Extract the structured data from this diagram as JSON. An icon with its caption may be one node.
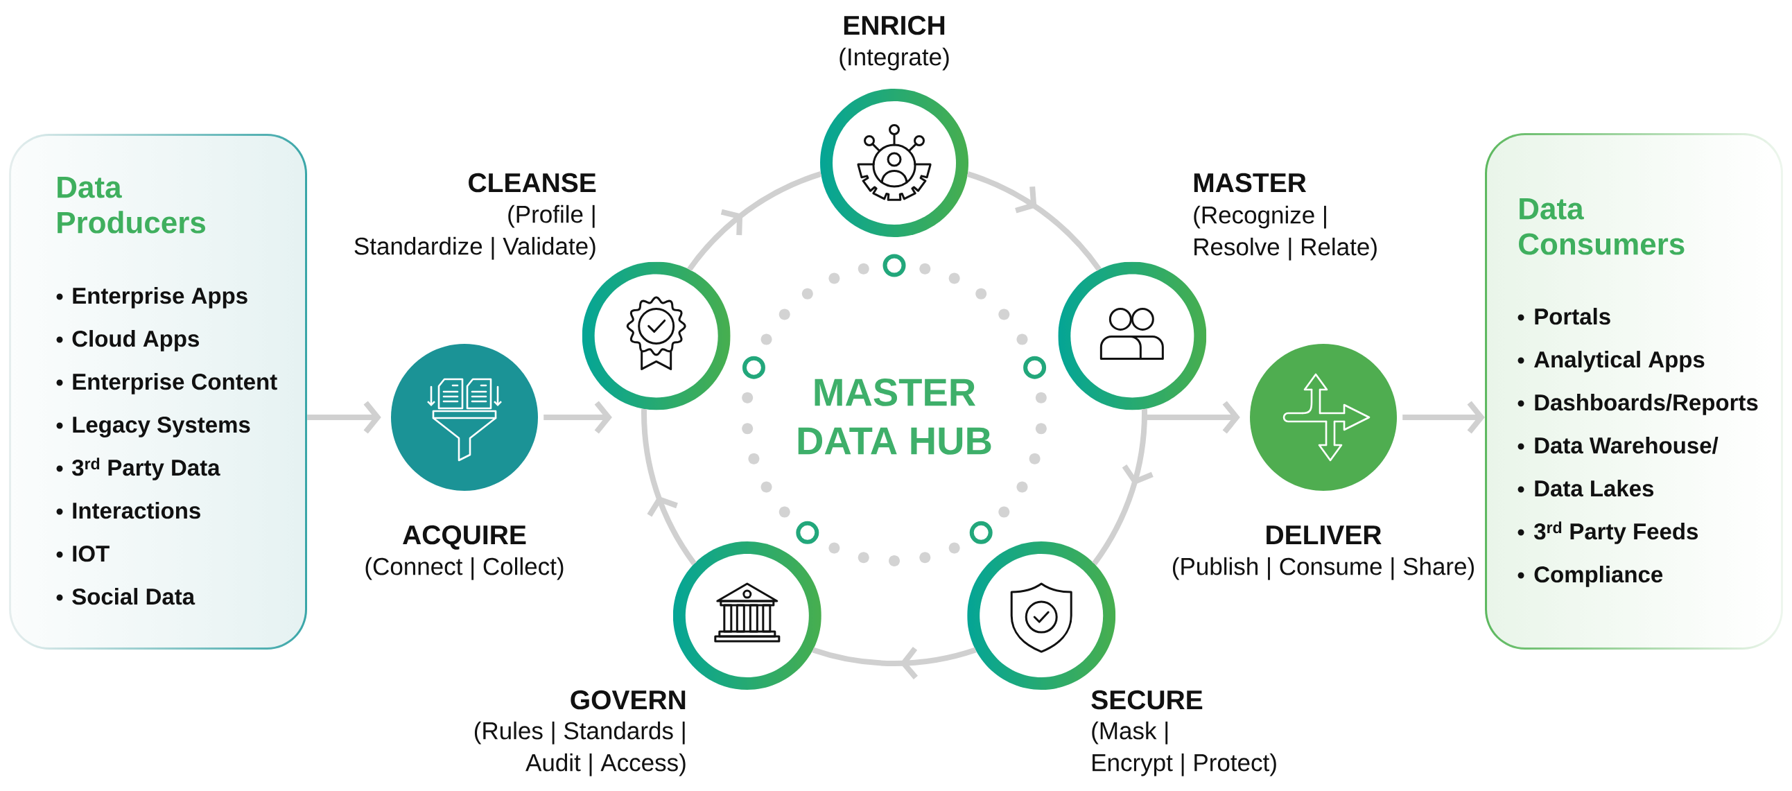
{
  "diagram": {
    "nodes": [
      {
        "text": [
          "Data Producers",
          "Enterprise Apps",
          "Cloud Apps",
          "Enterprise Content",
          "Legacy Systems",
          "3$^{rd}$ Party Data",
          "Interactions",
          "IOT",
          "Social Data"
        ]
      },
      {
        "text": [
          "ACQUIRE",
          "(Connect | Collect)"
        ]
      },
      {
        "text": [
          "CLEANSE",
          "(Profile | Standardize | Validate)"
        ]
      },
      {
        "text": [
          "ENRICH",
          "(Integrate)"
        ]
      },
      {
        "text": [
          "MASTER",
          "(Recognize | Resolve | Relate)"
        ]
      },
      {
        "text": [
          "MASTER DATA HUB"
        ]
      },
      {
        "text": [
          "GOVERN",
          "(Rules | Standards | Audit | Access)"
        ]
      },
      {
        "text": [
          "SECURE",
          "(Mask | Encrypt | Protect)"
        ]
      },
      {
        "text": [
          "DELIVER",
          "(Publish | Consume | Share)"
        ]
      },
      {
        "text": [
          "Data Consumers",
          "Portals",
          "Analytical Apps",
          "Dashboards/Reports",
          "Data Warehouse/",
          "Data Lakes",
          "3$^{rd}$ Party Feeds",
          "Compliance"
        ]
      }
    ],
    "edges": [
      {
        "from": 0,
        "to": 1,
        "arrow": "to"
      },
      {
        "from": 1,
        "to": 2,
        "arrow": "to"
      },
      {
        "from": 2,
        "to": 3,
        "arrow": "to"
      },
      {
        "from": 3,
        "to": 4,
        "arrow": "to"
      },
      {
        "from": 4,
        "to": 7,
        "arrow": "to"
      },
      {
        "from": 7,
        "to": 6,
        "arrow": "to"
      },
      {
        "from": 6,
        "to": 2,
        "arrow": "to"
      },
      {
        "from": 4,
        "to": 8,
        "arrow": "to"
      },
      {
        "from": 8,
        "to": 9,
        "arrow": "to"
      }
    ]
  }
}
